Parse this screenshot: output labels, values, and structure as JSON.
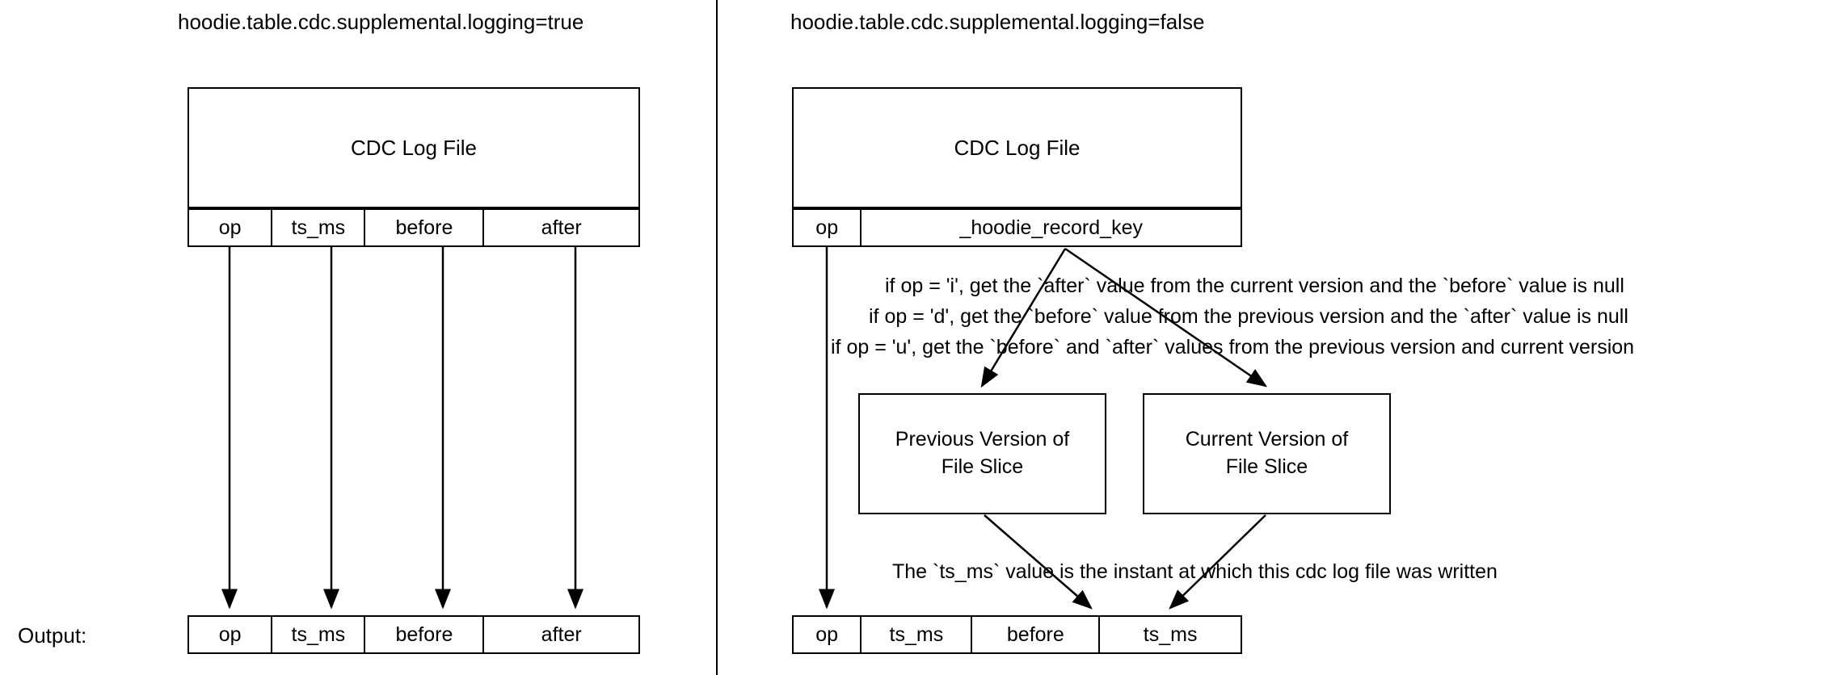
{
  "page": {
    "background": "#ffffff",
    "stroke_color": "#000000",
    "output_label": "Output:"
  },
  "panels": [
    {
      "id": "supplemental-logging-true",
      "title": "hoodie.table.cdc.supplemental.logging=true",
      "log_file": {
        "caption": "CDC Log File"
      },
      "log_schema": {
        "columns": [
          "op",
          "ts_ms",
          "before",
          "after"
        ]
      },
      "output_schema": {
        "columns": [
          "op",
          "ts_ms",
          "before",
          "after"
        ]
      },
      "notes": []
    },
    {
      "id": "supplemental-logging-false",
      "title": "hoodie.table.cdc.supplemental.logging=false",
      "log_file": {
        "caption": "CDC Log File"
      },
      "log_schema": {
        "columns": [
          "op",
          "_hoodie_record_key"
        ]
      },
      "output_schema": {
        "columns": [
          "op",
          "ts_ms",
          "before",
          "ts_ms"
        ]
      },
      "notes": [
        "if op = 'i', get the `after` value from the current version and the `before` value is null",
        "if op = 'd', get the `before` value from the previous version  and the `after` value is null",
        "if op = 'u', get the `before` and `after` values from the previous version and current version",
        "The `ts_ms` value is the instant at which this cdc log file was written"
      ],
      "version_boxes": [
        {
          "id": "previous-version",
          "line1": "Previous Version of",
          "line2": "File Slice"
        },
        {
          "id": "current-version",
          "line1": "Current Version of",
          "line2": "File Slice"
        }
      ]
    }
  ]
}
